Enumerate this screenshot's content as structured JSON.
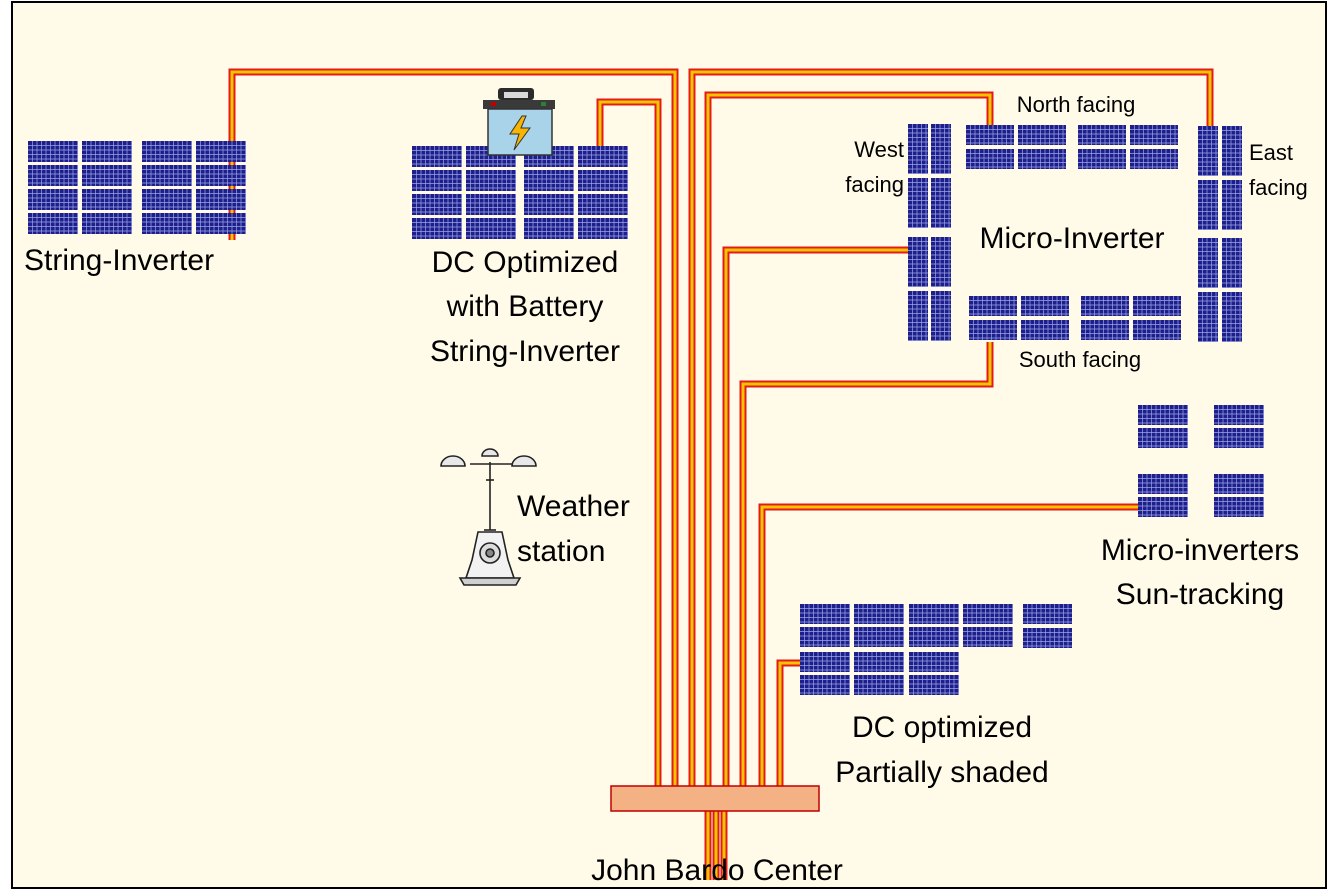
{
  "colors": {
    "background": "#fffbe8",
    "border": "#000000",
    "panel_fill": "#1f1f8c",
    "panel_grid": "#9aa6e6",
    "wire_outer": "#e31b1b",
    "wire_inner": "#f5c400",
    "hub_fill": "#f4b183",
    "hub_stroke": "#c00000"
  },
  "labels": {
    "string_inverter": "String-Inverter",
    "dc_battery": [
      "DC Optimized",
      "with Battery",
      "String-Inverter"
    ],
    "weather_station": [
      "Weather",
      "station"
    ],
    "north_facing": "North facing",
    "west_facing": [
      "West",
      "facing"
    ],
    "east_facing": [
      "East",
      "facing"
    ],
    "south_facing": "South facing",
    "micro_inverter": "Micro-Inverter",
    "micro_tracking": [
      "Micro-inverters",
      "Sun-tracking"
    ],
    "dc_shaded": [
      "DC optimized",
      "Partially shaded"
    ],
    "hub": "John Bardo Center"
  },
  "icons": {
    "battery": "battery-icon",
    "lightning": "lightning-bolt-icon",
    "anemometer": "anemometer-icon"
  }
}
